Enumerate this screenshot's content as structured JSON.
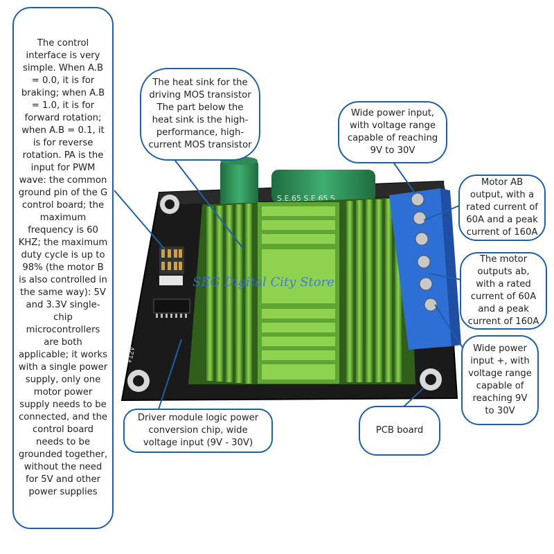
{
  "callouts": {
    "control_interface": "The control interface is very simple. When A.B = 0.0, it is for braking; when A.B = 1.0, it is for forward rotation; when A.B = 0.1, it is for reverse rotation. PA is the input for PWM wave: the common ground pin of the G control board; the maximum frequency is 60 KHZ; the maximum duty cycle is up to 98% (the motor B is also controlled in the same way): 5V and 3.3V single-chip microcontrollers are both applicable; it works with a single power supply, only one motor power supply needs to be connected, and the control board needs to be grounded together, without the need for 5V and other power supplies",
    "heat_sink": "The heat sink for the driving MOS transistor The part below the heat sink is the high-performance, high-current MOS transistor",
    "wide_power_input": "Wide power input, with voltage range capable of reaching 9V to 30V",
    "motor_ab_output": "Motor AB output, with a rated current of 60A and a peak current of 160A",
    "motor_outputs_ab": "The motor outputs ab, with a rated current of 60A and a peak current of 160A",
    "wide_power_input_plus": "Wide power input +, with voltage range capable of reaching 9V to 30V",
    "logic_power_chip": "Driver module logic power conversion chip, wide voltage input (9V - 30V)",
    "pcb_board": "PCB board"
  },
  "board": {
    "capacitor_marking": "S.E.65 S.E.65 S",
    "watermark": "SEG Digital City Store",
    "silkscreen_voltage": "+12V"
  },
  "colors": {
    "callout_border": "#1f5fa6",
    "heatsink_green": "#6ab83a",
    "pcb_black": "#1a1a1a",
    "terminal_blue": "#2e6fd6",
    "capacitor_green": "#2f8a55"
  }
}
